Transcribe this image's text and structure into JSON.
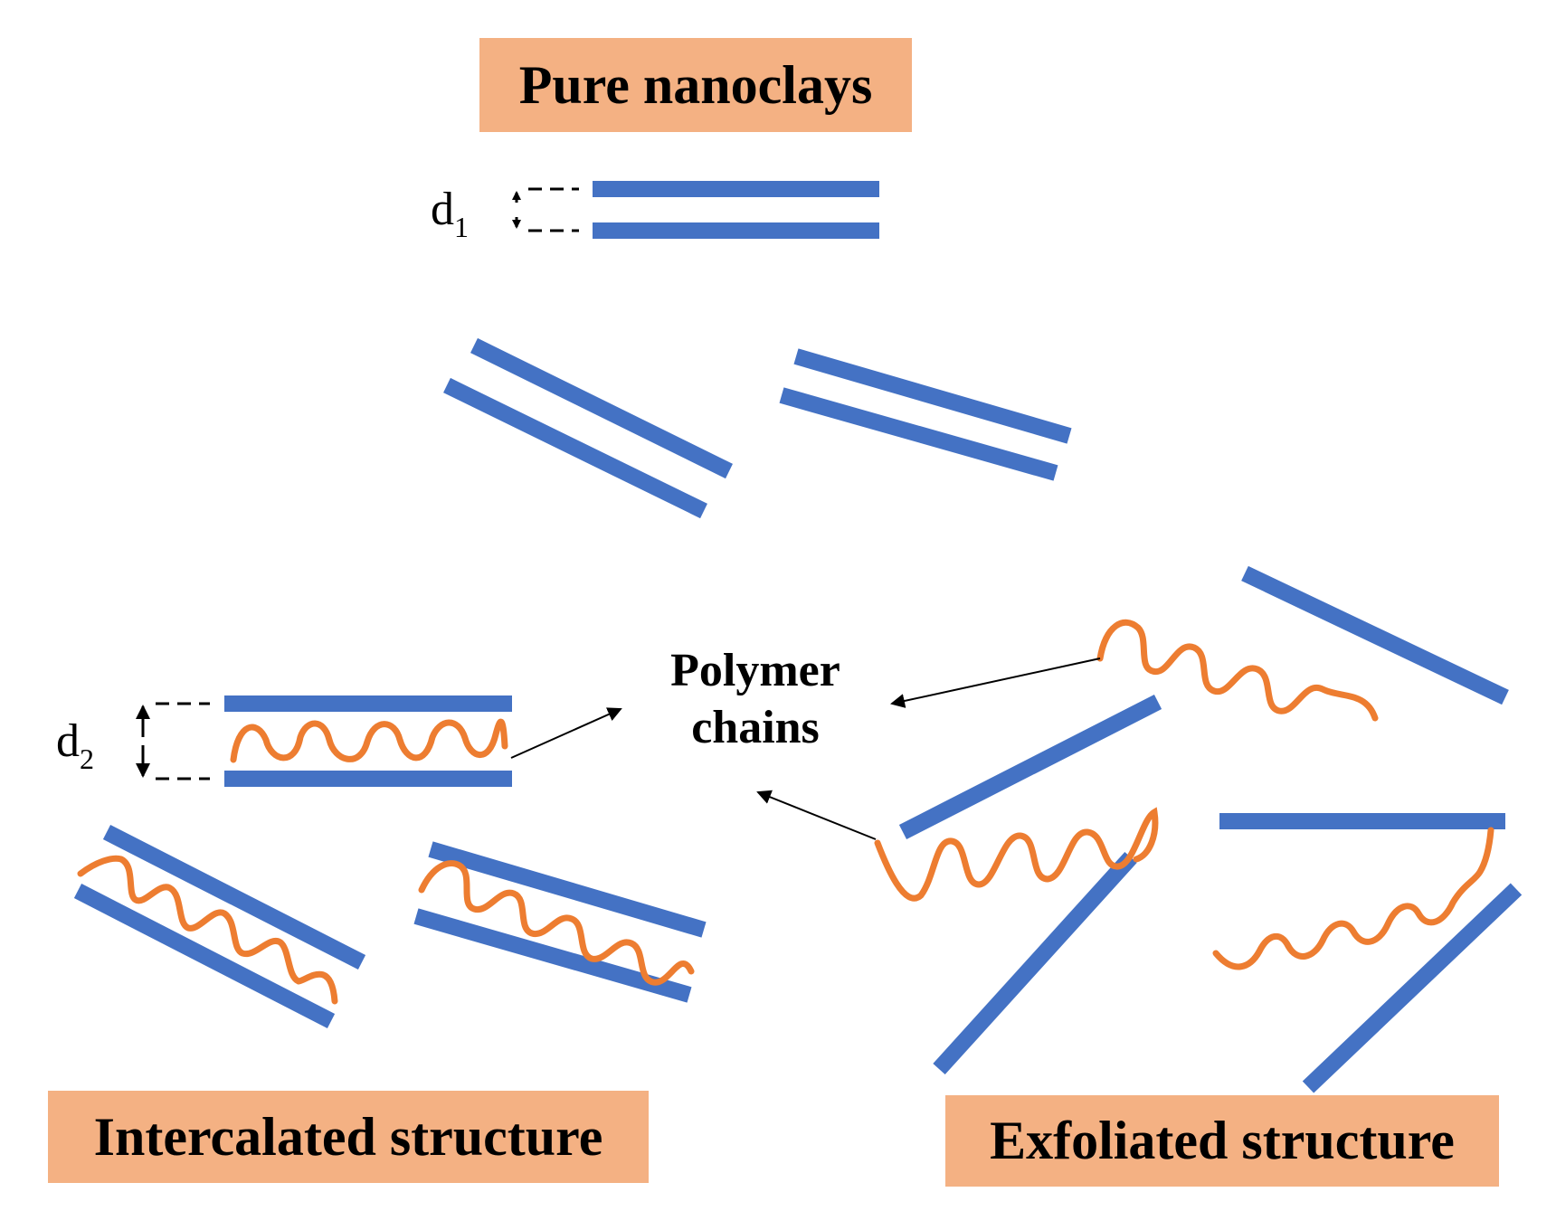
{
  "labels": {
    "pure": "Pure nanoclays",
    "intercalated": "Intercalated structure",
    "exfoliated": "Exfoliated structure",
    "polymer_line1": "Polymer",
    "polymer_line2": "chains",
    "d1_base": "d",
    "d1_sub": "1",
    "d2_base": "d",
    "d2_sub": "2"
  },
  "colors": {
    "clay_layer": "#4472c4",
    "polymer_chain": "#ed7d31",
    "label_box": "#f4b183"
  }
}
